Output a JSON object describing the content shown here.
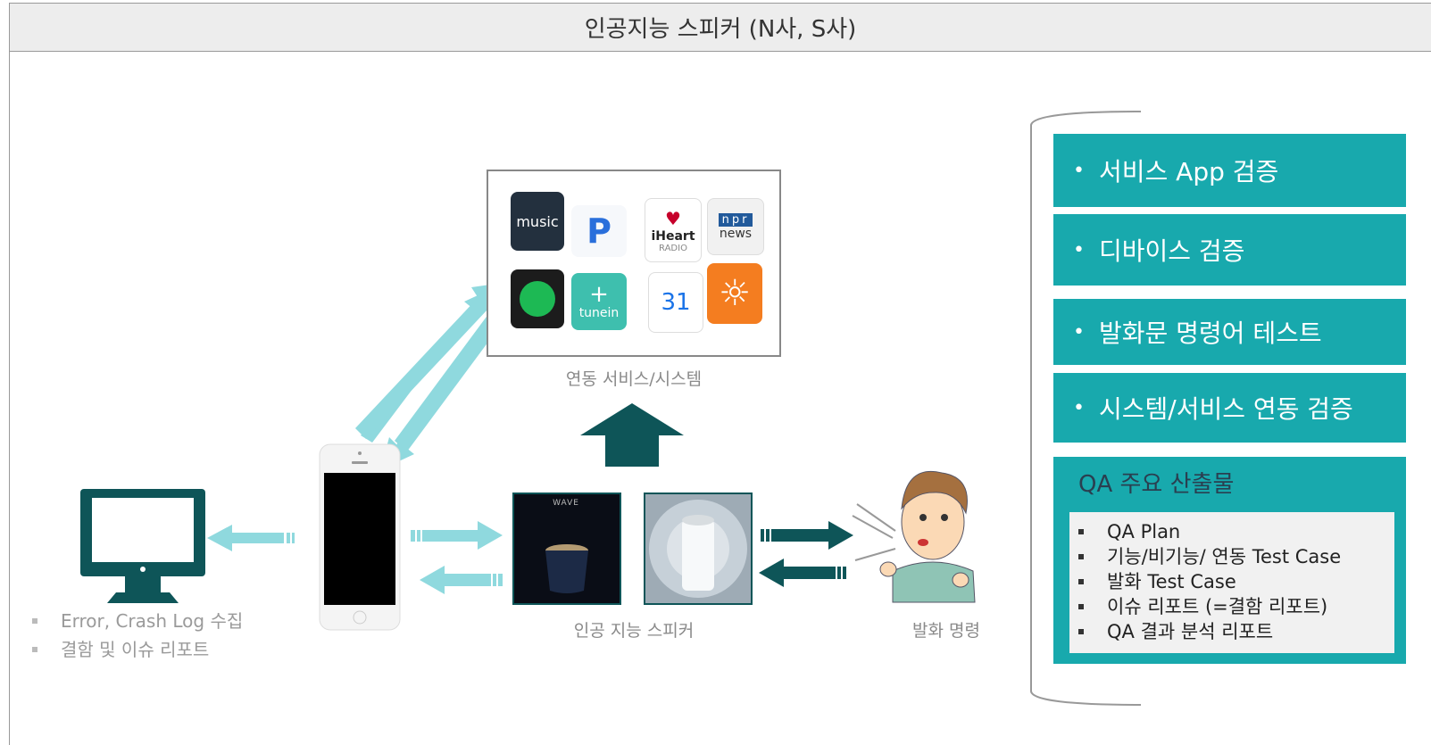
{
  "title": "인공지능 스피커 (N사, S사)",
  "services_caption": "연동 서비스/시스템",
  "speaker_caption": "인공 지능 스피커",
  "speech_caption": "발화 명령",
  "left_list": [
    "Error, Crash Log 수집",
    "결함 및 이슈 리포트"
  ],
  "panel_items": [
    "서비스 App 검증",
    "디바이스 검증",
    "발화문 명령어 테스트",
    "시스템/서비스 연동 검증"
  ],
  "qa": {
    "title": "QA 주요 산출물",
    "items": [
      "QA Plan",
      "기능/비기능/ 연동 Test Case",
      "발화 Test Case",
      "이슈 리포트 (=결함 리포트)",
      "QA 결과 분석 리포트"
    ]
  },
  "apps": {
    "music": "music",
    "pandora": "P",
    "iheart": "iHeart",
    "iheart_sub": "RADIO",
    "npr": "npr",
    "npr_sub": "news",
    "tunein": "tunein",
    "calendar": "31"
  },
  "speaker_brand": "WAVE",
  "colors": {
    "teal": "#18a9ad",
    "dark_teal": "#0e5558",
    "light_teal": "#8fd9de"
  }
}
